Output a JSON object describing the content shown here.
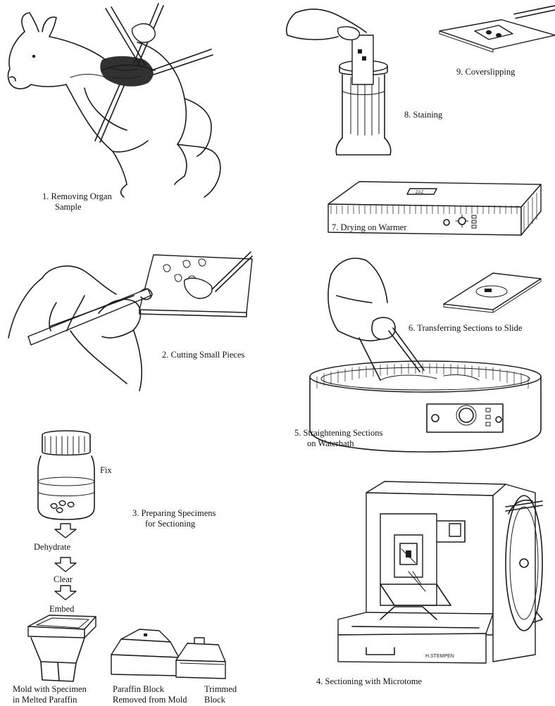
{
  "steps": {
    "s1": {
      "line1": "1.  Removing Organ",
      "line2": "Sample"
    },
    "s2": {
      "text": "2.  Cutting Small Pieces"
    },
    "s3": {
      "line1": "3.  Preparing Specimens",
      "line2": "for Sectioning"
    },
    "s4": {
      "text": "4.  Sectioning with Microtome"
    },
    "s5": {
      "line1": "5.  Straightening Sections",
      "line2": "on Waterbath"
    },
    "s6": {
      "text": "6.  Transferring Sections to Slide"
    },
    "s7": {
      "text": "7.  Drying on Warmer"
    },
    "s8": {
      "text": "8.  Staining"
    },
    "s9": {
      "text": "9.  Coverslipping"
    }
  },
  "prep": {
    "fix": "Fix",
    "dehydrate": "Dehydrate",
    "clear": "Clear",
    "embed": "Embed"
  },
  "blocks": {
    "mold": {
      "line1": "Mold with Specimen",
      "line2": "in Melted Paraffin"
    },
    "paraffin": {
      "line1": "Paraffin Block",
      "line2": "Removed from Mold"
    },
    "trimmed": {
      "line1": "Trimmed",
      "line2": "Block"
    }
  },
  "signature": "H.STEMPEN",
  "warmer_label": "ZAZ"
}
